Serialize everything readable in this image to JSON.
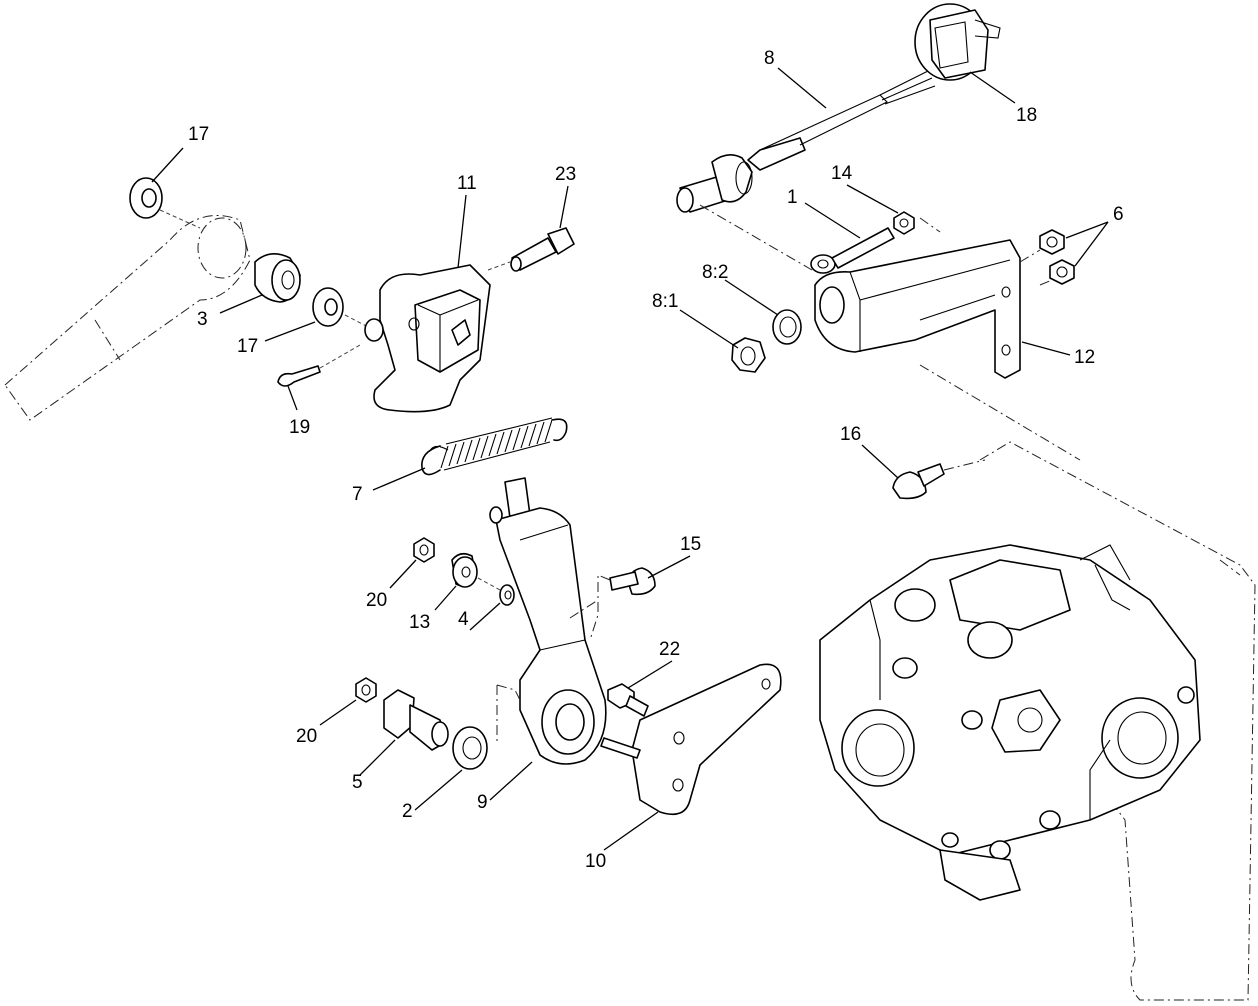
{
  "callouts": [
    {
      "id": "c-17a",
      "label": "17"
    },
    {
      "id": "c-3",
      "label": "3"
    },
    {
      "id": "c-17b",
      "label": "17"
    },
    {
      "id": "c-19",
      "label": "19"
    },
    {
      "id": "c-11",
      "label": "11"
    },
    {
      "id": "c-23",
      "label": "23"
    },
    {
      "id": "c-8",
      "label": "8"
    },
    {
      "id": "c-18",
      "label": "18"
    },
    {
      "id": "c-14",
      "label": "14"
    },
    {
      "id": "c-1",
      "label": "1"
    },
    {
      "id": "c-6",
      "label": "6"
    },
    {
      "id": "c-8-2",
      "label": "8:2"
    },
    {
      "id": "c-8-1",
      "label": "8:1"
    },
    {
      "id": "c-12",
      "label": "12"
    },
    {
      "id": "c-16",
      "label": "16"
    },
    {
      "id": "c-7",
      "label": "7"
    },
    {
      "id": "c-15",
      "label": "15"
    },
    {
      "id": "c-20a",
      "label": "20"
    },
    {
      "id": "c-13",
      "label": "13"
    },
    {
      "id": "c-4",
      "label": "4"
    },
    {
      "id": "c-22",
      "label": "22"
    },
    {
      "id": "c-20b",
      "label": "20"
    },
    {
      "id": "c-5",
      "label": "5"
    },
    {
      "id": "c-2",
      "label": "2"
    },
    {
      "id": "c-9",
      "label": "9"
    },
    {
      "id": "c-10",
      "label": "10"
    }
  ]
}
